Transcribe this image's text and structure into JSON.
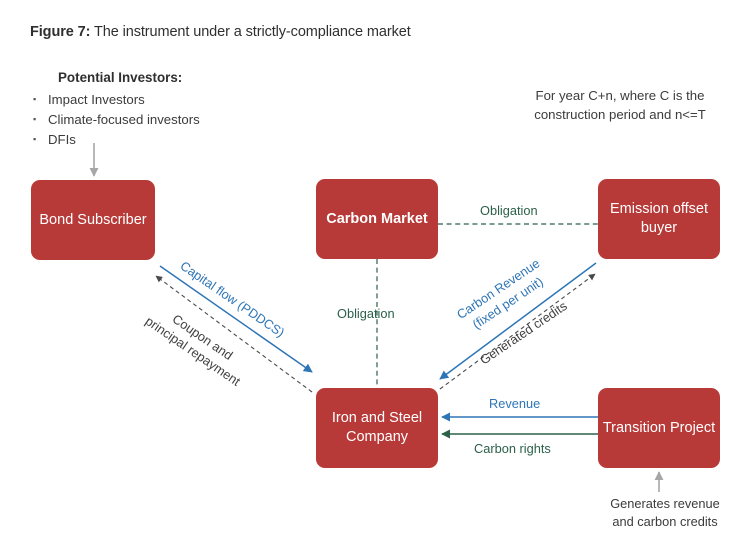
{
  "figure": {
    "label": "Figure 7:",
    "title": "The instrument under a strictly-compliance market"
  },
  "annotations": {
    "investors_title": "Potential Investors:",
    "investors": [
      "Impact Investors",
      "Climate-focused investors",
      "DFIs"
    ],
    "year_note": "For year C+n, where C is the construction period and n<=T",
    "generates_note": "Generates revenue and carbon credits"
  },
  "nodes": [
    {
      "id": "bond-subscriber",
      "label": "Bond Subscriber",
      "bold": false
    },
    {
      "id": "carbon-market",
      "label": "Carbon Market",
      "bold": true
    },
    {
      "id": "emission-buyer",
      "label": "Emission offset buyer",
      "bold": false
    },
    {
      "id": "iron-steel",
      "label": "Iron and Steel Company",
      "bold": false
    },
    {
      "id": "transition-project",
      "label": "Transition Project",
      "bold": false
    }
  ],
  "edges": {
    "capital_flow": "Capital flow (PDDCS)",
    "coupon_repayment": "Coupon and principal repayment",
    "carbon_revenue": "Carbon Revenue (fixed per unit)",
    "generated_credits": "Generated credits",
    "obligation_top": "Obligation",
    "obligation_mid": "Obligation",
    "revenue": "Revenue",
    "carbon_rights": "Carbon rights"
  },
  "colors": {
    "box_red": "#b83a38",
    "blue": "#2e75b6",
    "green": "#2b6049",
    "dark": "#3f3f3f",
    "gray_arrow": "#a6a6a6"
  }
}
